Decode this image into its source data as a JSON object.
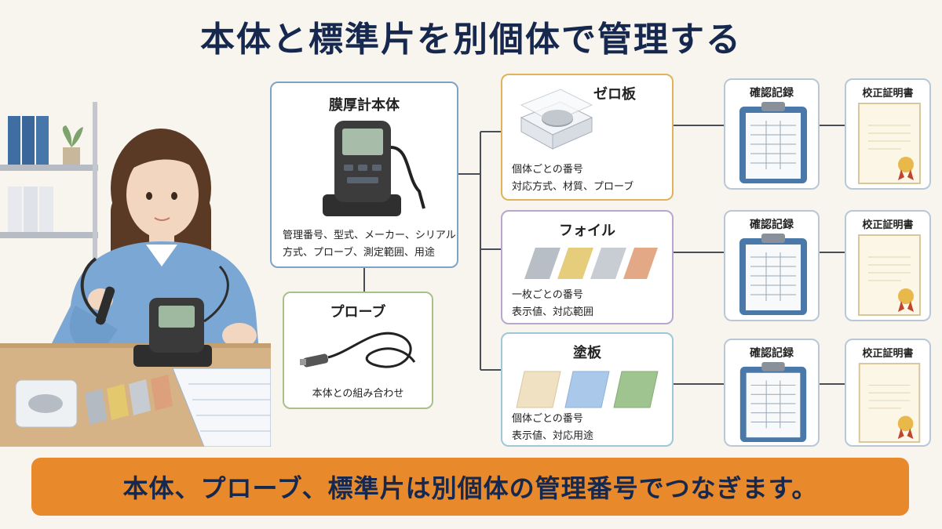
{
  "title": "本体と標準片を別個体で管理する",
  "gauge": {
    "title": "膜厚計本体",
    "lines": [
      "管理番号、型式、メーカー、シリアル",
      "方式、プローブ、測定範囲、用途"
    ]
  },
  "probe": {
    "title": "プローブ",
    "lines": [
      "本体との組み合わせ"
    ]
  },
  "standards": [
    {
      "title": "ゼロ板",
      "lines": [
        "個体ごとの番号",
        "対応方式、材質、プローブ"
      ]
    },
    {
      "title": "フォイル",
      "lines": [
        "一枚ごとの番号",
        "表示値、対応範囲"
      ]
    },
    {
      "title": "塗板",
      "lines": [
        "個体ごとの番号",
        "表示値、対応用途"
      ]
    }
  ],
  "records": [
    {
      "record_label": "確認記録",
      "cert_label": "校正証明書"
    },
    {
      "record_label": "確認記録",
      "cert_label": "校正証明書"
    },
    {
      "record_label": "確認記録",
      "cert_label": "校正証明書"
    }
  ],
  "footer": "本体、プローブ、標準片は別個体の管理番号でつなぎます。",
  "colors": {
    "title": "#16284e",
    "gauge_border": "#7fa3c8",
    "probe_border": "#a8c08a",
    "zero_border": "#e0b35a",
    "foil_border": "#b8a6cf",
    "paint_border": "#9ec7d8",
    "footer_bg": "#e8892b"
  }
}
